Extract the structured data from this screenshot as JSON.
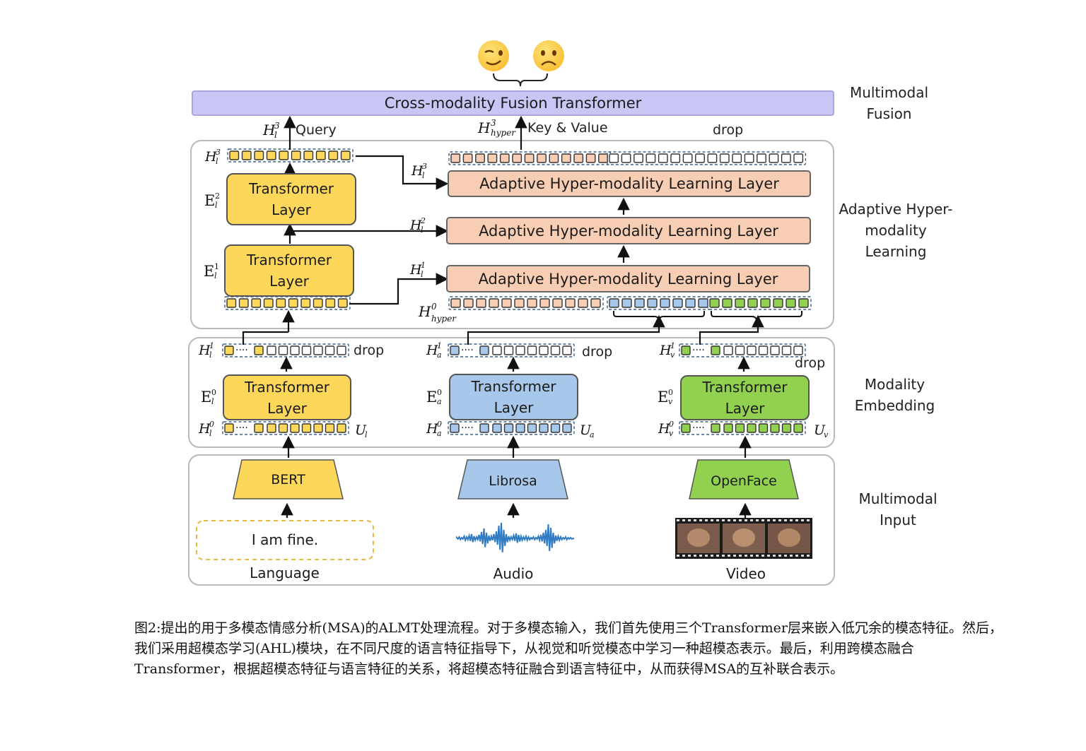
{
  "output": {
    "emoji_positive": "😉",
    "emoji_negative": "☹"
  },
  "fusion": {
    "title": "Cross-modality Fusion Transformer",
    "query_label": "Query",
    "kv_label": "Key & Value",
    "drop_label": "drop"
  },
  "ahl": {
    "layer_label": "Adaptive Hyper-modality Learning Layer",
    "transformer_label": "Transformer Layer"
  },
  "embedding": {
    "transformer_label": "Transformer Layer",
    "drop_label": "drop"
  },
  "inputs": {
    "language": {
      "extractor": "BERT",
      "sample": "I am fine.",
      "label": "Language"
    },
    "audio": {
      "extractor": "Librosa",
      "label": "Audio"
    },
    "video": {
      "extractor": "OpenFace",
      "label": "Video"
    }
  },
  "sections": {
    "fusion": "Multimodal Fusion",
    "ahl": "Adaptive Hyper-modality Learning",
    "embedding": "Modality Embedding",
    "input": "Multimodal Input"
  },
  "caption": "图2:提出的用于多模态情感分析(MSA)的ALMT处理流程。对于多模态输入，我们首先使用三个Transformer层来嵌入低冗余的模态特征。然后，我们采用超模态学习(AHL)模块，在不同尺度的语言特征指导下，从视觉和听觉模态中学习一种超模态表示。最后，利用跨模态融合Transformer，根据超模态特征与语言特征的关系，将超模态特征融合到语言特征中，从而获得MSA的互补联合表示。",
  "colors": {
    "yellow": "#fcd75a",
    "blue": "#a7c8ea",
    "green": "#92d050",
    "ahl": "#f7cdb3",
    "fusion": "#c9c5f5"
  }
}
